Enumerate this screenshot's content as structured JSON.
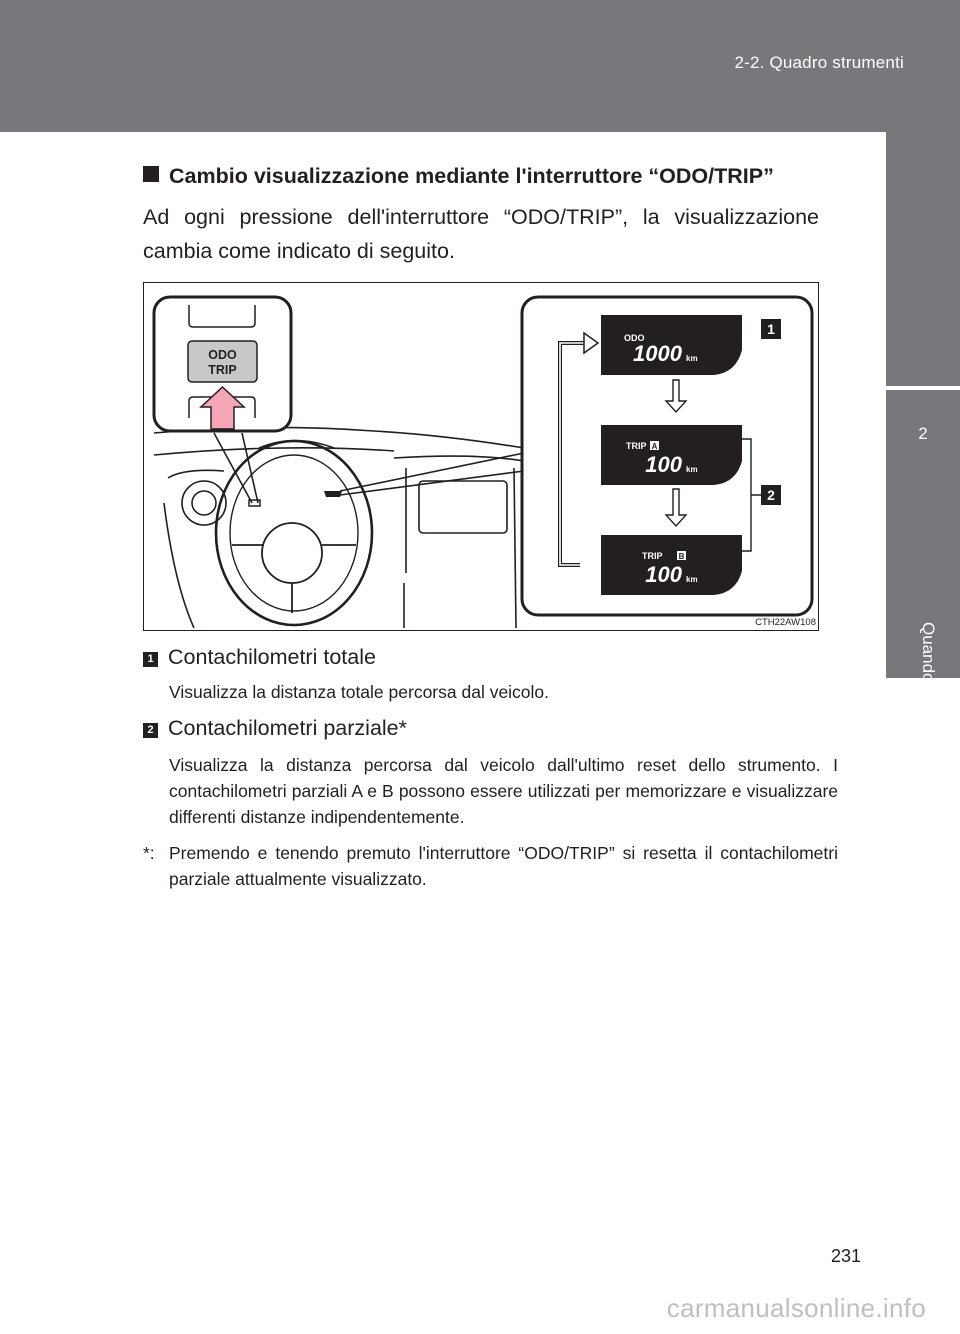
{
  "header": {
    "title": "2-2. Quadro strumenti"
  },
  "side_tab": {
    "number": "2",
    "label": "Quando si guida"
  },
  "section": {
    "heading": "Cambio visualizzazione mediante l'interruttore “ODO/TRIP”"
  },
  "intro": "Ad ogni pressione dell'interruttore “ODO/TRIP”, la visualizzazione cambia come indicato di seguito.",
  "figure": {
    "code": "CTH22AW108",
    "switch_label_line1": "ODO",
    "switch_label_line2": "TRIP",
    "callouts": [
      "1",
      "2"
    ],
    "displays": [
      {
        "label": "ODO",
        "value": "1000",
        "unit": "km"
      },
      {
        "label": "TRIP",
        "trip_letter": "A",
        "value": "100",
        "unit": "km"
      },
      {
        "label": "TRIP",
        "trip_letter": "B",
        "value": "100",
        "unit": "km"
      }
    ]
  },
  "items": [
    {
      "badge": "1",
      "title": "Contachilometri totale",
      "description": "Visualizza la distanza totale percorsa dal veicolo."
    },
    {
      "badge": "2",
      "title": "Contachilometri parziale*",
      "description": "Visualizza la distanza percorsa dal veicolo dall'ultimo reset dello strumento. I contachilometri parziali A e B possono essere utilizzati per memorizzare e visualizzare differenti distanze indipendentemente."
    }
  ],
  "footnote": {
    "mark": "*:",
    "text": "Premendo e tenendo premuto l'interruttore “ODO/TRIP” si resetta il contachilometri parziale attualmente visualizzato."
  },
  "page_number": "231",
  "watermark": "carmanualsonline.info"
}
